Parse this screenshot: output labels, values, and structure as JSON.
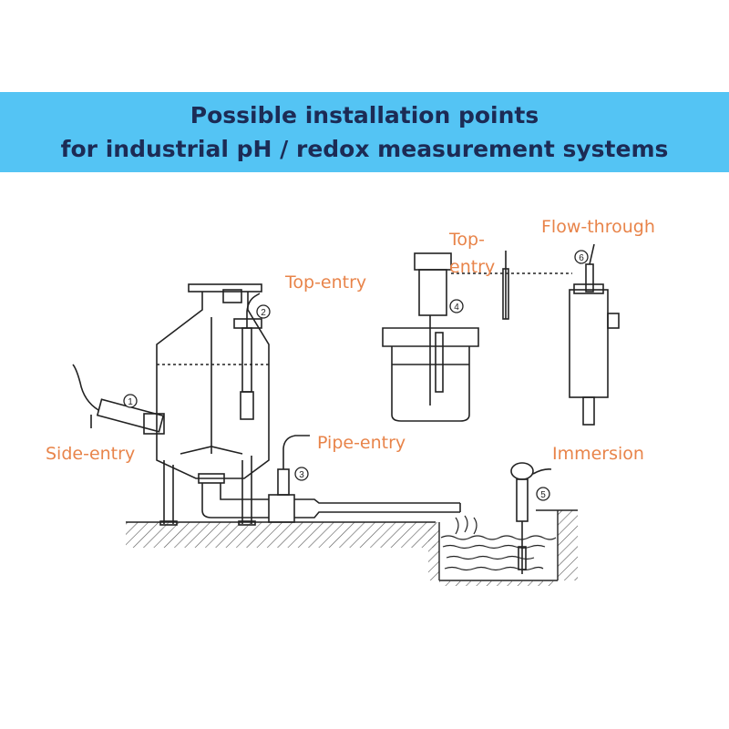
{
  "header": {
    "title_line1": "Possible installation points",
    "title_line2": "for industrial pH / redox measurement systems"
  },
  "labels": {
    "side_entry": "Side-entry",
    "top_entry_tank": "Top-entry",
    "pipe_entry": "Pipe-entry",
    "top_entry_vessel_line1": "Top-",
    "top_entry_vessel_line2": "entry",
    "flow_through": "Flow-through",
    "immersion": "Immersion"
  },
  "markers": [
    "1",
    "2",
    "3",
    "4",
    "5",
    "6"
  ],
  "colors": {
    "banner": "#54c4f4",
    "title": "#1c2b55",
    "label": "#e8844a",
    "line": "#222222"
  }
}
